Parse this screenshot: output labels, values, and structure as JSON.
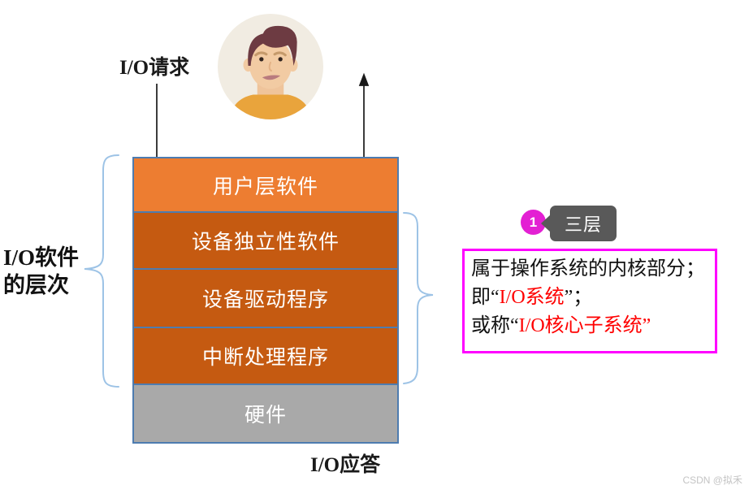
{
  "labels": {
    "io_request": "I/O请求",
    "io_reply": "I/O应答",
    "stack_caption_line1": "I/O软件",
    "stack_caption_line2": "的层次"
  },
  "layers": [
    {
      "label": "用户层软件"
    },
    {
      "label": "设备独立性软件"
    },
    {
      "label": "设备驱动程序"
    },
    {
      "label": "中断处理程序"
    },
    {
      "label": "硬件"
    }
  ],
  "callout": {
    "badge": "1",
    "tooltip": "三层",
    "line1": "属于操作系统的内核部分；",
    "line2_prefix": "即“",
    "line2_highlight": "I/O系统",
    "line2_suffix": "”；",
    "line3_prefix": "或称“",
    "line3_highlight": "I/O核心子系统”"
  },
  "watermark": "CSDN @拟禾",
  "colors": {
    "layer_user": "#ED7D31",
    "layer_kernel": "#C55A11",
    "layer_hardware": "#A9A9A9",
    "layer_border": "#4E7CB0",
    "brace": "#9DC3E6",
    "note_border": "#FF00FF",
    "highlight_text": "#FF0000",
    "tooltip_bg": "#595959",
    "badge_bg": "#E320D3",
    "arrow": "#1A1A1A"
  }
}
